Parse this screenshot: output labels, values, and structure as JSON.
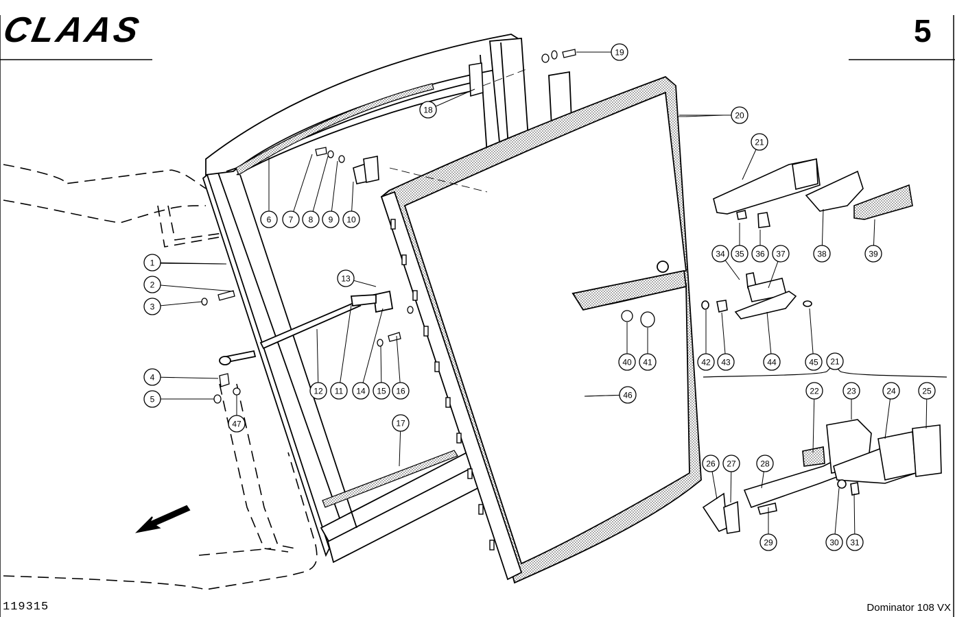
{
  "header": {
    "brand_logo_text": "CLAAS",
    "page_number": "5"
  },
  "footer": {
    "drawing_number": "119315",
    "model": "Dominator 108 VX"
  },
  "callouts": [
    "1",
    "2",
    "3",
    "4",
    "5",
    "6",
    "7",
    "8",
    "9",
    "10",
    "11",
    "12",
    "13",
    "14",
    "15",
    "16",
    "17",
    "18",
    "19",
    "20",
    "21",
    "21",
    "22",
    "23",
    "24",
    "25",
    "26",
    "27",
    "28",
    "29",
    "30",
    "31",
    "34",
    "35",
    "36",
    "37",
    "38",
    "39",
    "40",
    "41",
    "42",
    "43",
    "44",
    "45",
    "46",
    "47"
  ]
}
